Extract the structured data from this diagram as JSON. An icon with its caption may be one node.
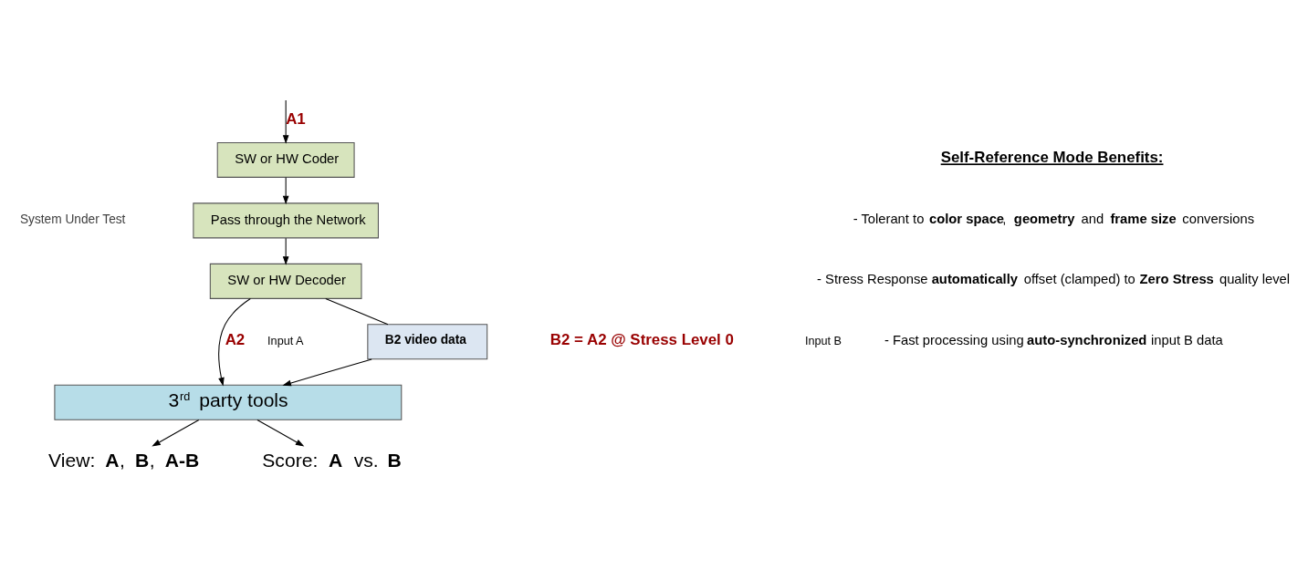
{
  "diagram": {
    "nodes": [
      {
        "text": [
          "SW or HW Coder"
        ]
      },
      {
        "text": [
          "Pass through the Network"
        ]
      },
      {
        "text": [
          "SW or HW Decoder"
        ]
      },
      {
        "text": [
          "B2 video data"
        ]
      },
      {
        "text": [
          "3$^{rd}$ party tools"
        ]
      },
      {
        "text": [
          "View: **A**, **B**, **A-B**"
        ]
      },
      {
        "text": [
          "Score: **A** vs. **B**"
        ]
      }
    ],
    "edges": [
      {
        "from": null,
        "to": 0,
        "arrow": "to",
        "label": "A1"
      },
      {
        "from": 0,
        "to": 1,
        "arrow": "to"
      },
      {
        "from": 1,
        "to": 2,
        "arrow": "to"
      },
      {
        "from": 2,
        "to": 4,
        "arrow": "to",
        "label": "A2"
      },
      {
        "from": 2,
        "to": 3,
        "arrow": "none"
      },
      {
        "from": 3,
        "to": 4,
        "arrow": "to"
      },
      {
        "from": 4,
        "to": 5,
        "arrow": "to"
      },
      {
        "from": 4,
        "to": 6,
        "arrow": "to"
      }
    ],
    "labels": [
      "System Under Test",
      "Self-Reference Mode Benefits:",
      "- Tolerant to **color space**, **geometry** and **frame size** conversions",
      "- Stress Response **automatically** offset (clamped) to **Zero Stress** quality level",
      "- Fast processing using **auto-synchronized** input B data",
      "Input A",
      "B2 = A2 @ Stress Level 0",
      "Input B"
    ]
  }
}
